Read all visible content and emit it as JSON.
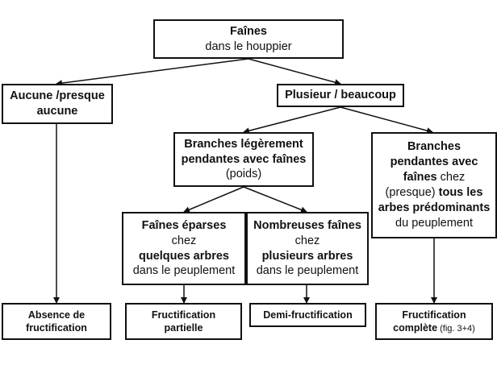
{
  "diagram": {
    "root": {
      "title": "Faînes",
      "subtitle": "dans le houppier"
    },
    "aucune": {
      "line1": "Aucune /presque",
      "line2": "aucune"
    },
    "plusieur": {
      "label": "Plusieur / beaucoup"
    },
    "legeres": {
      "line1": "Branches légèrement",
      "line2": "pendantes avec faînes",
      "line3": "(poids)"
    },
    "pendantes": {
      "line1": "Branches",
      "line2": "pendantes avec",
      "line3_bold": "faînes",
      "line3_rest": " chez",
      "line4_normal": "(presque)",
      "line4_bold": " tous les",
      "line5": "arbes prédominants",
      "line6": "du peuplement"
    },
    "eparses": {
      "line1": "Faînes éparses",
      "line2": "chez",
      "line3": "quelques arbres",
      "line4": "dans le peuplement"
    },
    "nombreuses": {
      "line1": "Nombreuses faînes",
      "line2": "chez",
      "line3": "plusieurs arbres",
      "line4": "dans le peuplement"
    },
    "absence": {
      "line1": "Absence de",
      "line2": "fructification"
    },
    "partielle": {
      "line1": "Fructification",
      "line2": "partielle"
    },
    "demi": {
      "label": "Demi-fructification"
    },
    "complete": {
      "line1": "Fructification",
      "line2_bold": "complète",
      "line2_rest": " (fig. 3+4)"
    }
  }
}
